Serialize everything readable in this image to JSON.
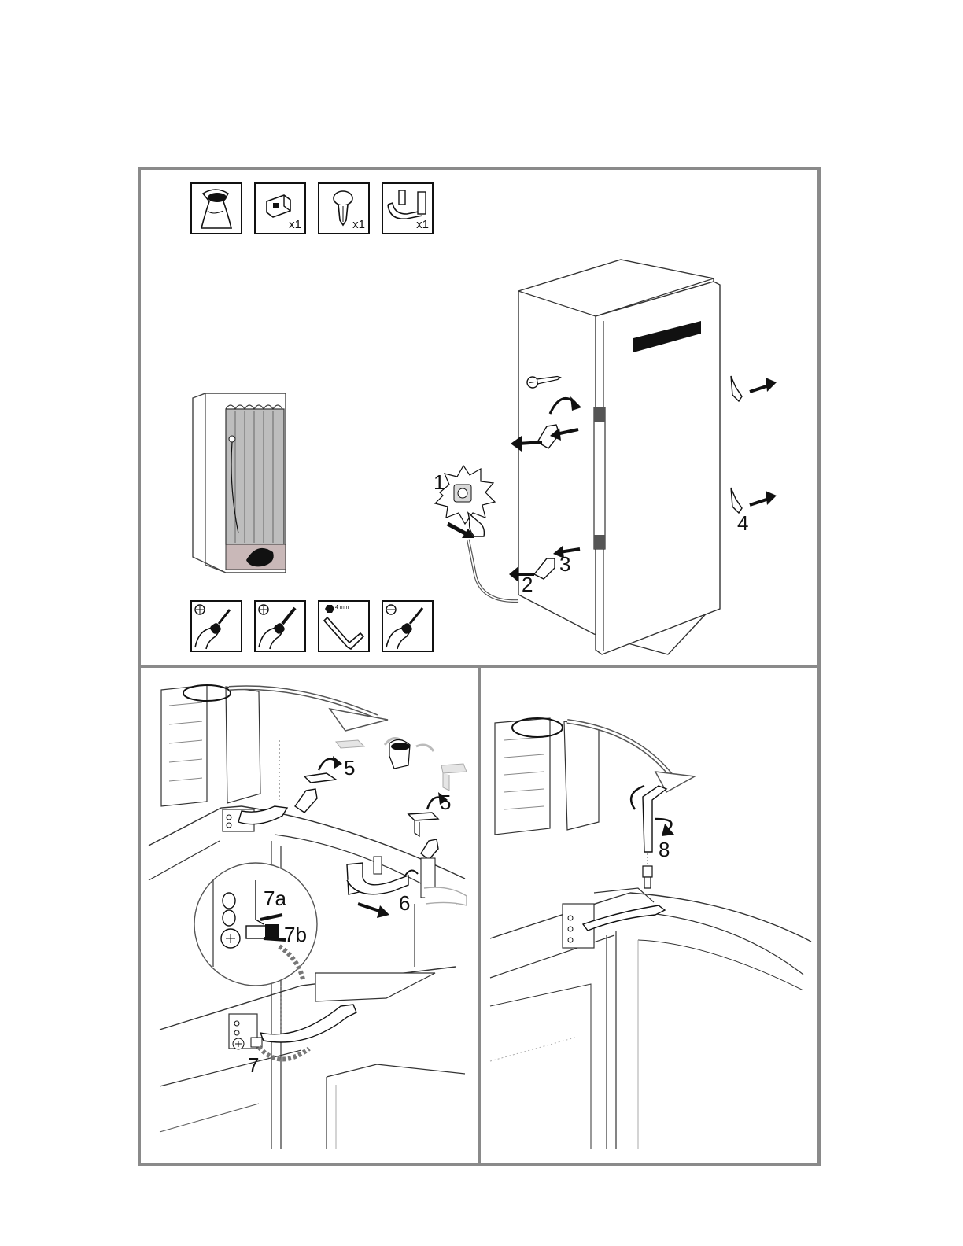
{
  "parts": [
    {
      "icon": "grease-bag-icon",
      "qty": ""
    },
    {
      "icon": "hinge-clip-icon",
      "qty": "x1"
    },
    {
      "icon": "push-rivet-icon",
      "qty": "x1"
    },
    {
      "icon": "hinge-bracket-icon",
      "qty": "x1"
    }
  ],
  "tools": [
    {
      "icon": "phillips-screwdriver-icon",
      "label": ""
    },
    {
      "icon": "phillips-screwdriver-large-icon",
      "label": ""
    },
    {
      "icon": "hex-key-icon",
      "label": "4 mm"
    },
    {
      "icon": "flat-screwdriver-icon",
      "label": ""
    }
  ],
  "steps": {
    "s1": "1",
    "s2": "2",
    "s3": "3",
    "s4": "4",
    "s5a": "5",
    "s5b": "5",
    "s6": "6",
    "s7": "7",
    "s7a": "7a",
    "s7b": "7b",
    "s8": "8"
  },
  "colors": {
    "frame": "#8a8a8a",
    "line": "#111111",
    "shade": "#cfcfcf"
  }
}
